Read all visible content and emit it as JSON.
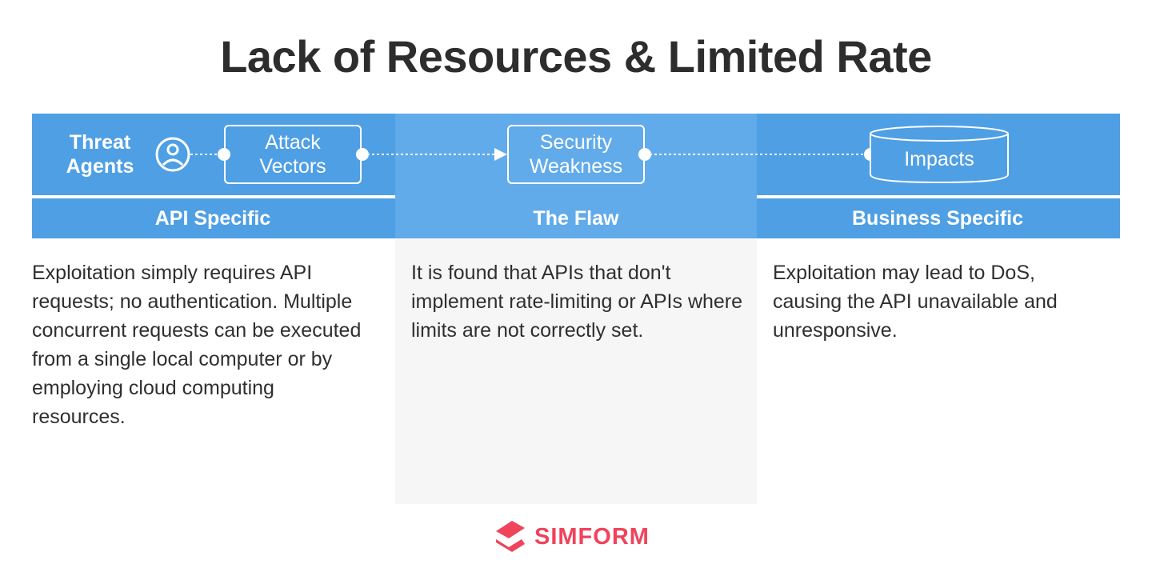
{
  "title": "Lack of Resources & Limited Rate",
  "flow": {
    "threat_agents": "Threat Agents",
    "attack_vectors": "Attack Vectors",
    "security_weakness": "Security Weakness",
    "impacts": "Impacts"
  },
  "columns": [
    {
      "heading": "API Specific",
      "text": "Exploitation simply requires API requests; no authentication. Multiple concurrent requests can be executed from a single local computer or by employing cloud computing resources."
    },
    {
      "heading": "The Flaw",
      "text": "It is found that APIs that don't implement rate-limiting or APIs where limits are not correctly set."
    },
    {
      "heading": "Business Specific",
      "text": "Exploitation may lead to DoS, causing the API unavailable and unresponsive."
    }
  ],
  "logo": {
    "text": "SIMFORM",
    "color": "#f0435c"
  },
  "colors": {
    "band": "#4f9fe4",
    "band_mid": "#62abea",
    "middle_bg": "#f6f6f6"
  }
}
